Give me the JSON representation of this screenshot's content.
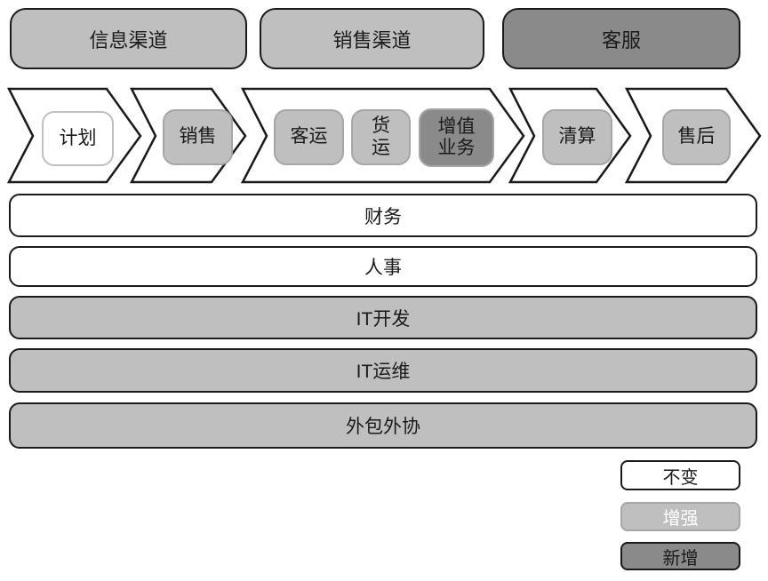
{
  "colors": {
    "white_fill": "#ffffff",
    "gray_fill": "#bfbfbf",
    "dark_fill": "#8a8a8a",
    "line_dark": "#1a1a1a",
    "line_light": "#a6a6a6",
    "text_dark": "#1a1a1a",
    "text_white": "#ffffff"
  },
  "top_channels": [
    {
      "label": "信息渠道",
      "status": "增强"
    },
    {
      "label": "销售渠道",
      "status": "增强"
    },
    {
      "label": "客服",
      "status": "新增"
    }
  ],
  "process_chain": [
    {
      "step": 1,
      "items": [
        {
          "label": "计划",
          "status": "不变"
        }
      ]
    },
    {
      "step": 2,
      "items": [
        {
          "label": "销售",
          "status": "增强"
        }
      ]
    },
    {
      "step": 3,
      "items": [
        {
          "label": "客运",
          "status": "增强"
        },
        {
          "label": "货运",
          "status": "增强"
        },
        {
          "label": "增值业务",
          "status": "新增"
        }
      ]
    },
    {
      "step": 4,
      "items": [
        {
          "label": "清算",
          "status": "增强"
        }
      ]
    },
    {
      "step": 5,
      "items": [
        {
          "label": "售后",
          "status": "增强"
        }
      ]
    }
  ],
  "support_bars": [
    {
      "label": "财务",
      "status": "不变"
    },
    {
      "label": "人事",
      "status": "不变"
    },
    {
      "label": "IT开发",
      "status": "增强"
    },
    {
      "label": "IT运维",
      "status": "增强"
    },
    {
      "label": "外包外协",
      "status": "增强"
    }
  ],
  "legend": [
    {
      "label": "不变",
      "status": "unchanged"
    },
    {
      "label": "增强",
      "status": "enhanced"
    },
    {
      "label": "新增",
      "status": "new"
    }
  ]
}
